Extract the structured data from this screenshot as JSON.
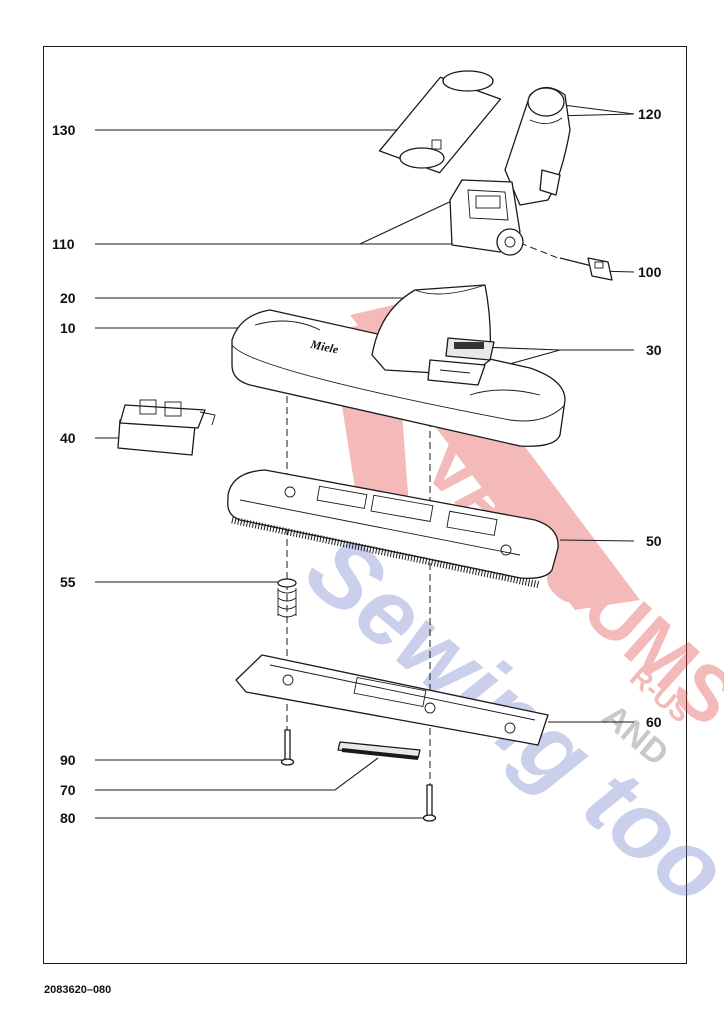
{
  "drawing": {
    "document_code": "2083620–080",
    "brand_marking": "Miele",
    "callouts": [
      "130",
      "120",
      "110",
      "100",
      "20",
      "10",
      "30",
      "40",
      "50",
      "55",
      "60",
      "90",
      "70",
      "80"
    ]
  },
  "watermark": {
    "line1": "VACUUMS",
    "line2": "Sewing too",
    "line3": "AND",
    "line4": "R-US",
    "colors": {
      "red": "#e23a3a",
      "blue": "#6a78c8"
    }
  }
}
